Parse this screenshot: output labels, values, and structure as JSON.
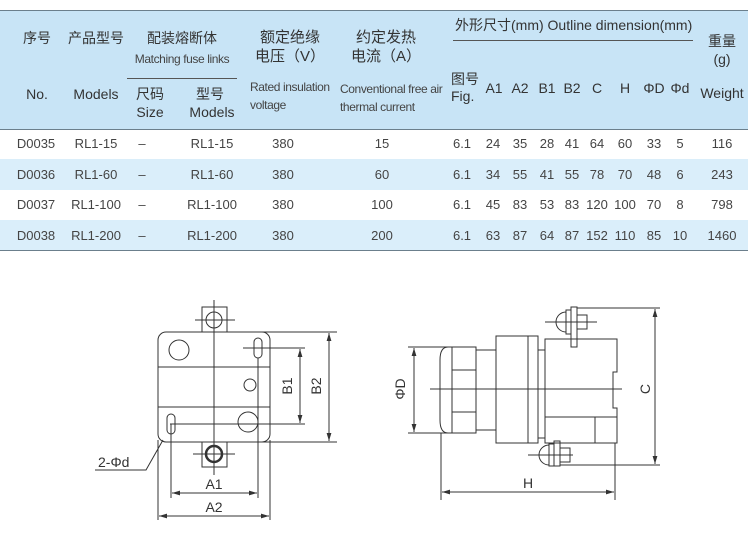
{
  "header": {
    "no_cn": "序号",
    "no_en": "No.",
    "model_cn": "产品型号",
    "model_en": "Models",
    "fuse_cn": "配装熔断体",
    "fuse_en": "Matching fuse links",
    "size_cn": "尺码",
    "size_en": "Size",
    "fmodel_cn": "型号",
    "fmodel_en": "Models",
    "volt_cn1": "额定绝缘",
    "volt_cn2": "电压（V）",
    "volt_en1": "Rated insulation",
    "volt_en2": "voltage",
    "curr_cn1": "约定发热",
    "curr_cn2": "电流（A）",
    "curr_en1": "Conventional free air",
    "curr_en2": "thermal current",
    "dim_title": "外形尺寸(mm) Outline dimension(mm)",
    "fig_cn": "图号",
    "fig_en": "Fig.",
    "dims": [
      "A1",
      "A2",
      "B1",
      "B2",
      "C",
      "H",
      "ΦD",
      "Φd"
    ],
    "weight_cn": "重量",
    "weight_unit": "(g)",
    "weight_en": "Weight"
  },
  "rows": [
    [
      "D0035",
      "RL1-15",
      "–",
      "RL1-15",
      "380",
      "15",
      "6.1",
      "24",
      "35",
      "28",
      "41",
      "64",
      "60",
      "33",
      "5",
      "116"
    ],
    [
      "D0036",
      "RL1-60",
      "–",
      "RL1-60",
      "380",
      "60",
      "6.1",
      "34",
      "55",
      "41",
      "55",
      "78",
      "70",
      "48",
      "6",
      "243"
    ],
    [
      "D0037",
      "RL1-100",
      "–",
      "RL1-100",
      "380",
      "100",
      "6.1",
      "45",
      "83",
      "53",
      "83",
      "120",
      "100",
      "70",
      "8",
      "798"
    ],
    [
      "D0038",
      "RL1-200",
      "–",
      "RL1-200",
      "380",
      "200",
      "6.1",
      "63",
      "87",
      "64",
      "87",
      "152",
      "110",
      "85",
      "10",
      "1460"
    ]
  ],
  "drawing": {
    "front": {
      "b1": "B1",
      "b2": "B2",
      "a1": "A1",
      "a2": "A2",
      "hole": "2-Φd"
    },
    "side": {
      "d": "ΦD",
      "c": "C",
      "h": "H"
    }
  }
}
